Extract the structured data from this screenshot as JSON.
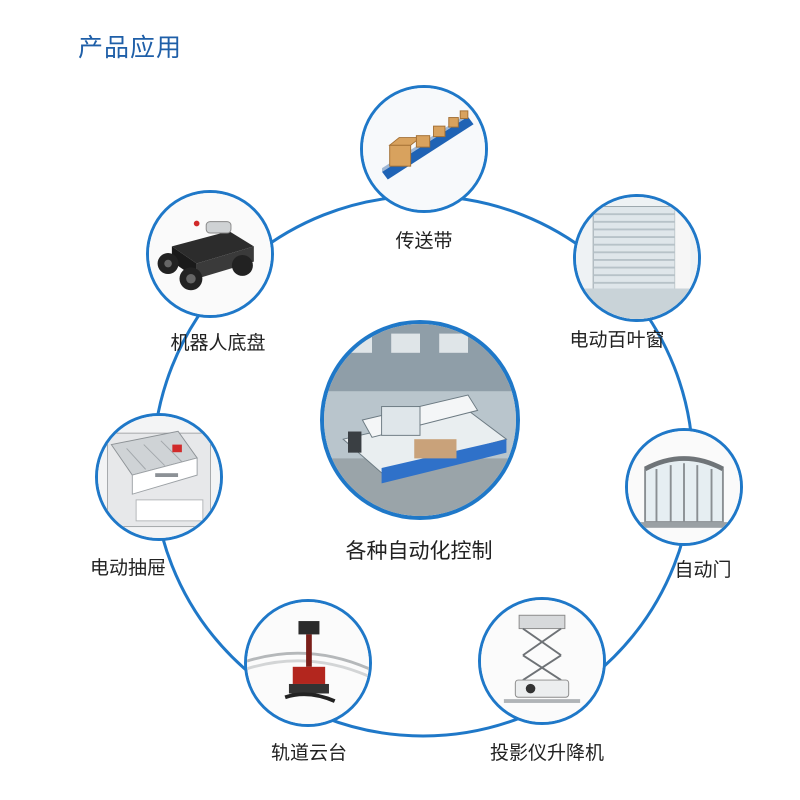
{
  "page": {
    "title": "产品应用"
  },
  "center": {
    "label": "各种自动化控制",
    "icon": "cnc-machine-icon"
  },
  "applications": [
    {
      "label": "传送带",
      "icon": "conveyor-belt-icon"
    },
    {
      "label": "电动百叶窗",
      "icon": "electric-blinds-icon"
    },
    {
      "label": "自动门",
      "icon": "revolving-door-icon"
    },
    {
      "label": "投影仪升降机",
      "icon": "projector-lift-icon"
    },
    {
      "label": "轨道云台",
      "icon": "camera-rail-icon"
    },
    {
      "label": "电动抽屉",
      "icon": "drawer-icon"
    },
    {
      "label": "机器人底盘",
      "icon": "robot-chassis-icon"
    }
  ],
  "colors": {
    "accent": "#1f78c8",
    "title": "#1f5fa8",
    "text": "#222222"
  }
}
